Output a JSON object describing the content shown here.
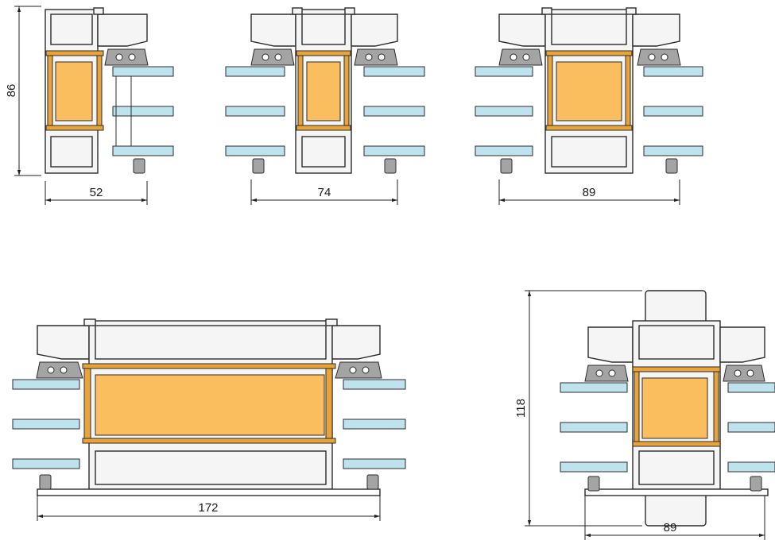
{
  "profiles": [
    {
      "width_label": "52",
      "height_label": "86"
    },
    {
      "width_label": "74"
    },
    {
      "width_label": "89"
    },
    {
      "width_label": "172"
    },
    {
      "width_label": "89",
      "height_label": "118"
    }
  ],
  "colors": {
    "insulation": "#FBBE5E",
    "thermal_break": "#E8A43A",
    "glass": "#BFE3EE",
    "gasket": "#A4A4A4",
    "aluminum": "#F5F5F5",
    "outline": "#2b2b2b"
  }
}
